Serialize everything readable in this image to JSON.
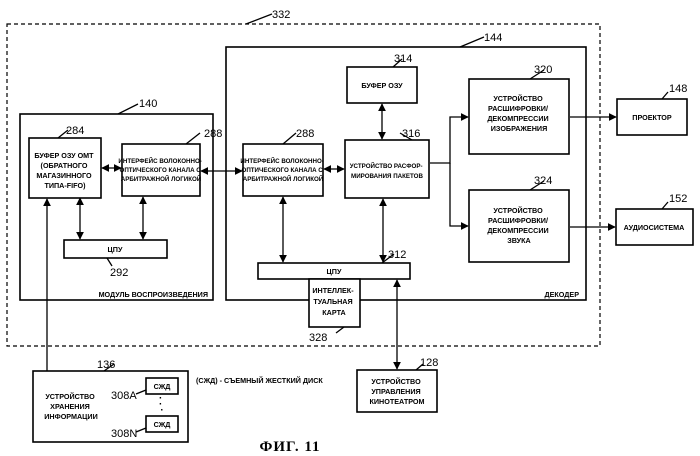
{
  "refs": {
    "system": "332",
    "playback_module": "140",
    "decoder": "144",
    "projector": "148",
    "audio_system": "152",
    "storage": "136",
    "theater_control": "128",
    "fifo_buffer": "284",
    "interface_left": "288",
    "interface_right": "288",
    "cpu_left": "292",
    "cpu_right": "312",
    "ram_buffer": "314",
    "repack": "316",
    "video_decrypt": "320",
    "audio_decrypt": "324",
    "smartcard": "328",
    "hdd_a": "308A",
    "hdd_n": "308N"
  },
  "labels": {
    "playback_module": "МОДУЛЬ ВОСПРОИЗВЕДЕНИЯ",
    "decoder": "ДЕКОДЕР",
    "fifo_buffer": [
      "БУФЕР ОЗУ ОМТ",
      "(ОБРАТНОГО",
      "МАГАЗИННОГО",
      "ТИПА-FIFO)"
    ],
    "interface": [
      "ИНТЕРФЕЙС ВОЛОКОННО-",
      "ОПТИЧЕСКОГО КАНАЛА С",
      "АРБИТРАЖНОЙ ЛОГИКОЙ"
    ],
    "cpu": "ЦПУ",
    "ram_buffer": "БУФЕР ОЗУ",
    "repack": [
      "УСТРОЙСТВО РАСФОР-",
      "МИРОВАНИЯ ПАКЕТОВ"
    ],
    "video_decrypt": [
      "УСТРОЙСТВО",
      "РАСШИФРОВКИ/",
      "ДЕКОМПРЕССИИ",
      "ИЗОБРАЖЕНИЯ"
    ],
    "audio_decrypt": [
      "УСТРОЙСТВО",
      "РАСШИФРОВКИ/",
      "ДЕКОМПРЕССИИ",
      "ЗВУКА"
    ],
    "smartcard": [
      "ИНТЕЛЛЕК-",
      "ТУАЛЬНАЯ",
      "КАРТА"
    ],
    "projector": "ПРОЕКТОР",
    "audio_system": "АУДИОСИСТЕМА",
    "storage": [
      "УСТРОЙСТВО",
      "ХРАНЕНИЯ",
      "ИНФОРМАЦИИ"
    ],
    "hdd": "СЖД",
    "hdd_legend": "(СЖД) - СЪЕМНЫЙ ЖЕСТКИЙ ДИСК",
    "theater_control": [
      "УСТРОЙСТВО",
      "УПРАВЛЕНИЯ",
      "КИНОТЕАТРОМ"
    ],
    "caption": "ФИГ. 11"
  }
}
